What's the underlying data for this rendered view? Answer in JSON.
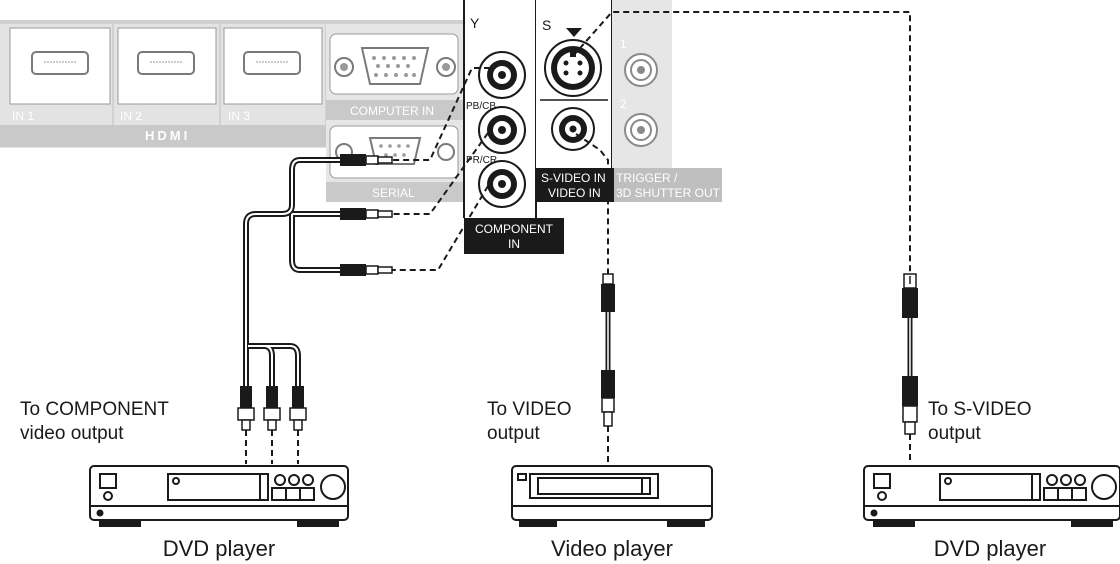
{
  "panel": {
    "hdmi_ports": [
      "IN 1",
      "IN 2",
      "IN 3"
    ],
    "hdmi_logo": "HDMI",
    "computer_in": "COMPUTER IN",
    "serial": "SERIAL",
    "y_label": "Y",
    "pb_label": "PB/CB",
    "pr_label": "PR/CR",
    "component_in_1": "COMPONENT",
    "component_in_2": "IN",
    "s_label": "S",
    "s_video_in": "S-VIDEO IN",
    "video_in": "VIDEO IN",
    "trigger_1": "TRIGGER /",
    "trigger_2": "3D SHUTTER OUT",
    "num_1": "1",
    "num_2": "2"
  },
  "devices": [
    {
      "name": "DVD player",
      "output_line1": "To COMPONENT",
      "output_line2": "video output"
    },
    {
      "name": "Video player",
      "output_line1": "To VIDEO",
      "output_line2": "output"
    },
    {
      "name": "DVD player",
      "output_line1": "To S-VIDEO",
      "output_line2": "output"
    }
  ],
  "colors": {
    "panel": "#d8d8d8",
    "panel_dark": "#1a1a1a",
    "line": "#1a1a1a",
    "grey_text": "#8a8a8a"
  }
}
